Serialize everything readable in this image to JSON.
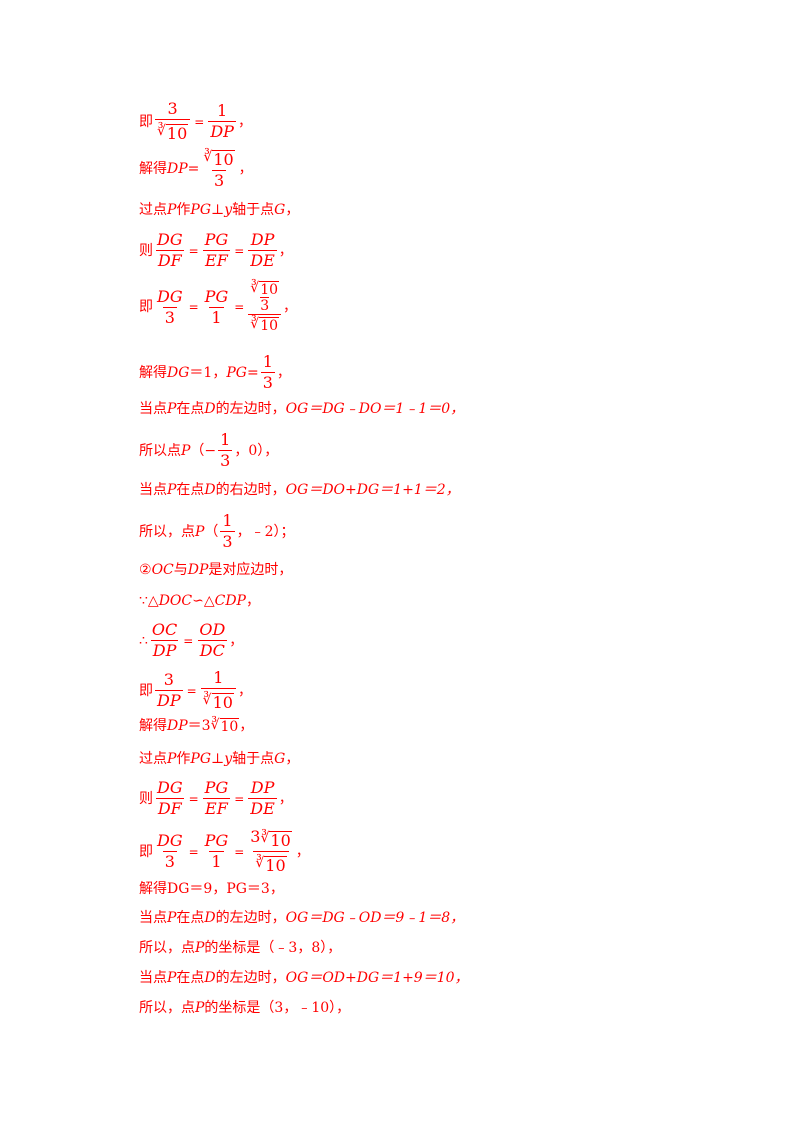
{
  "lines": {
    "l1": {
      "ji": "即",
      "n1": "3",
      "rad1": "10",
      "eq": "=",
      "n2": "1",
      "d2": "DP",
      "tail": "，"
    },
    "l2": {
      "pre": "解得",
      "var": "DP",
      "eq": "=",
      "rad": "10",
      "den": "3",
      "tail": "，"
    },
    "l3": {
      "a": "过点",
      "p": "P",
      "b": "作",
      "pg": "PG",
      "perp": "⊥",
      "y": "y",
      "c": "轴于点",
      "g": "G",
      "tail": "，"
    },
    "l4": {
      "ze": "则",
      "n1": "DG",
      "d1": "DF",
      "eq1": "=",
      "n2": "PG",
      "d2": "EF",
      "eq2": "=",
      "n3": "DP",
      "d3": "DE",
      "tail": "，"
    },
    "l5": {
      "ji": "即",
      "n1": "DG",
      "d1": "3",
      "eq1": "=",
      "n2": "PG",
      "d2": "1",
      "eq2": "=",
      "rad_a": "10",
      "den_a": "3",
      "rad_b": "10",
      "tail": "，"
    },
    "l6": {
      "pre": "解得",
      "dg": "DG",
      "v1": "＝1，",
      "pg": "PG",
      "eq": "=",
      "n": "1",
      "d": "3",
      "tail": "，"
    },
    "l7": {
      "a": "当点",
      "p": "P",
      "b": "在点",
      "d": "D",
      "c": "的左边时，",
      "expr": "OG＝DG﹣DO＝1﹣1＝0，"
    },
    "l8": {
      "a": "所以点",
      "p": "P",
      "b": "（−",
      "n": "1",
      "d": "3",
      "c": "，0），"
    },
    "l9": {
      "a": "当点",
      "p": "P",
      "b": "在点",
      "d": "D",
      "c": "的右边时，",
      "expr": "OG＝DO+DG＝1+1＝2，"
    },
    "l10": {
      "a": "所以，点",
      "p": "P",
      "b": "（",
      "n": "1",
      "d": "3",
      "c": "，﹣2）；"
    },
    "l11": {
      "circ": "②",
      "oc": "OC",
      "a": "与",
      "dp": "DP",
      "b": "是对应边时，"
    },
    "l12": {
      "because": "∵",
      "tri1": "△DOC",
      "sim": "∽",
      "tri2": "△CDP",
      "tail": "，"
    },
    "l13": {
      "therefore": "∴",
      "n1": "OC",
      "d1": "DP",
      "eq": "=",
      "n2": "OD",
      "d2": "DC",
      "tail": "，"
    },
    "l14": {
      "ji": "即",
      "n1": "3",
      "d1": "DP",
      "eq": "=",
      "n2": "1",
      "rad2": "10",
      "tail": "，"
    },
    "l15": {
      "pre": "解得",
      "var": "DP",
      "eq": "＝3",
      "rad": "10",
      "tail": "，"
    },
    "l16": {
      "a": "过点",
      "p": "P",
      "b": "作",
      "pg": "PG",
      "perp": "⊥",
      "y": "y",
      "c": "轴于点",
      "g": "G",
      "tail": "，"
    },
    "l17": {
      "ze": "则",
      "n1": "DG",
      "d1": "DF",
      "eq1": "=",
      "n2": "PG",
      "d2": "EF",
      "eq2": "=",
      "n3": "DP",
      "d3": "DE",
      "tail": "，"
    },
    "l18": {
      "ji": "即",
      "n1": "DG",
      "d1": "3",
      "eq1": "=",
      "n2": "PG",
      "d2": "1",
      "eq2": "=",
      "n3c": "3",
      "n3r": "10",
      "d3r": "10",
      "tail": "，"
    },
    "l19": {
      "text": "解得DG＝9，PG＝3，"
    },
    "l20": {
      "a": "当点",
      "p": "P",
      "b": "在点",
      "d": "D",
      "c": "的左边时，",
      "expr": "OG＝DG﹣OD＝9﹣1＝8，"
    },
    "l21": {
      "a": "所以，点",
      "p": "P",
      "b": "的坐标是（﹣3，8），"
    },
    "l22": {
      "a": "当点",
      "p": "P",
      "b": "在点",
      "d": "D",
      "c": "的左边时，",
      "expr": "OG＝OD+DG＝1+9＝10，"
    },
    "l23": {
      "a": "所以，点",
      "p": "P",
      "b": "的坐标是（3，﹣10），"
    }
  },
  "colors": {
    "text": "#ff0000",
    "background": "#ffffff"
  },
  "symbols": {
    "cube_root": "∛"
  }
}
